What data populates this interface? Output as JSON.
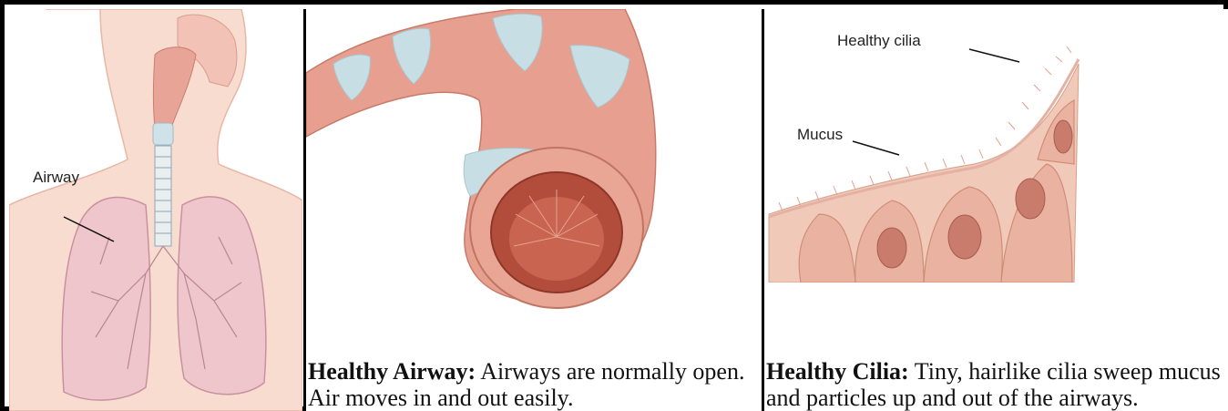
{
  "panels": [
    {
      "label": "Airway"
    },
    {
      "caption_title": "Healthy Airway:",
      "caption_text": " Airways are normally open. Air moves in and out easily."
    },
    {
      "label_cilia": "Healthy cilia",
      "label_mucus": "Mucus",
      "caption_title": "Healthy Cilia:",
      "caption_text": " Tiny, hairlike cilia sweep mucus and particles up and out of the airways."
    }
  ],
  "colors": {
    "skin": "#f7d8cf",
    "lung": "#f0c9cf",
    "tissue": "#e49a86",
    "cartilage": "#c9dfe6",
    "lumen": "#b84f3c",
    "border": "#000000"
  }
}
